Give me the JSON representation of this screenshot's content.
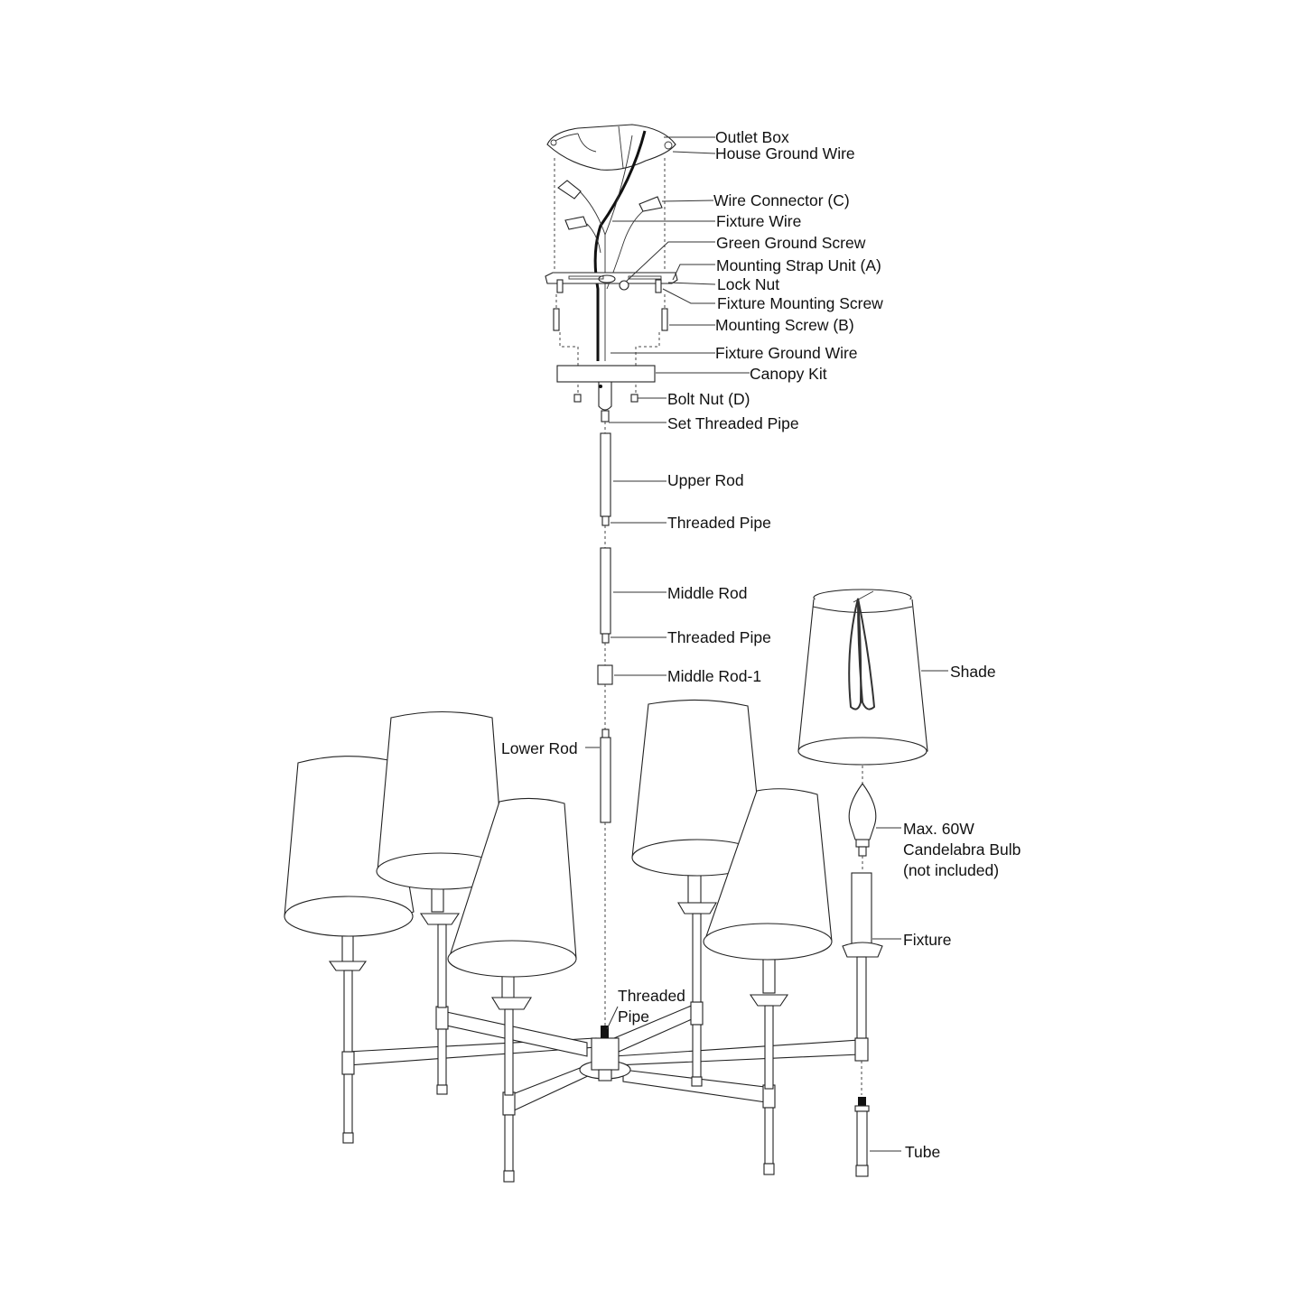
{
  "diagram": {
    "title": "Chandelier exploded assembly diagram",
    "labels": {
      "outlet_box": "Outlet Box",
      "house_ground_wire": "House Ground Wire",
      "wire_connector": "Wire Connector (C)",
      "fixture_wire": "Fixture Wire",
      "green_ground_screw": "Green Ground Screw",
      "mounting_strap_unit": "Mounting Strap Unit (A)",
      "lock_nut": "Lock Nut",
      "fixture_mounting_screw": "Fixture Mounting Screw",
      "mounting_screw": "Mounting Screw (B)",
      "fixture_ground_wire": "Fixture Ground Wire",
      "canopy_kit": "Canopy Kit",
      "bolt_nut": "Bolt Nut (D)",
      "set_threaded_pipe": "Set Threaded Pipe",
      "upper_rod": "Upper Rod",
      "threaded_pipe_1": "Threaded Pipe",
      "middle_rod": "Middle Rod",
      "threaded_pipe_2": "Threaded Pipe",
      "middle_rod_1": "Middle Rod-1",
      "lower_rod": "Lower Rod",
      "shade": "Shade",
      "bulb_line1": "Max. 60W",
      "bulb_line2": "Candelabra Bulb",
      "bulb_line3": "(not included)",
      "fixture": "Fixture",
      "threaded_pipe_3_line1": "Threaded",
      "threaded_pipe_3_line2": "Pipe",
      "tube": "Tube"
    },
    "colors": {
      "line": "#222222",
      "background": "#ffffff",
      "text": "#111111"
    }
  }
}
